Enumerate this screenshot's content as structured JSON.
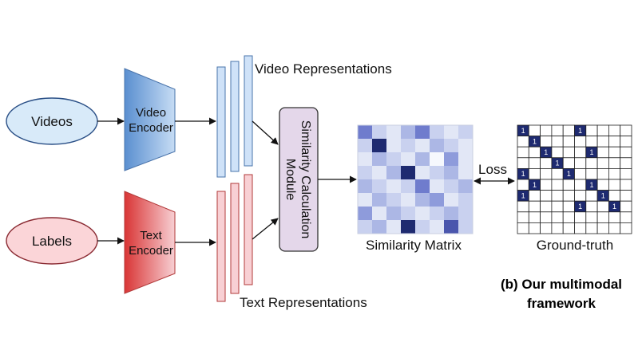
{
  "inputs": {
    "videos": "Videos",
    "labels": "Labels"
  },
  "encoders": {
    "video_line1": "Video",
    "video_line2": "Encoder",
    "text_line1": "Text",
    "text_line2": "Encoder"
  },
  "representations": {
    "video": "Video Representations",
    "text": "Text Representations"
  },
  "module": {
    "line1": "Similarity Calculation",
    "line2": "Module"
  },
  "similarity_matrix": {
    "label": "Similarity Matrix",
    "size": 8,
    "palette": [
      "#f6f8fd",
      "#e2e7f6",
      "#c9d1ef",
      "#acb7e5",
      "#8e9bdb",
      "#6f7ccd",
      "#4a56ad",
      "#1e2a70"
    ],
    "levels": [
      [
        5,
        2,
        1,
        3,
        5,
        2,
        1,
        2
      ],
      [
        2,
        7,
        1,
        2,
        1,
        3,
        2,
        1
      ],
      [
        1,
        3,
        2,
        1,
        3,
        0,
        4,
        1
      ],
      [
        2,
        1,
        3,
        7,
        1,
        2,
        3,
        1
      ],
      [
        3,
        2,
        1,
        2,
        5,
        1,
        2,
        3
      ],
      [
        1,
        3,
        2,
        1,
        3,
        4,
        1,
        2
      ],
      [
        4,
        1,
        3,
        2,
        1,
        2,
        3,
        2
      ],
      [
        2,
        3,
        1,
        7,
        2,
        1,
        6,
        2
      ]
    ]
  },
  "ground_truth": {
    "label": "Ground-truth",
    "size": 10,
    "one_text": "1",
    "ones": [
      [
        0,
        0
      ],
      [
        0,
        5
      ],
      [
        1,
        1
      ],
      [
        2,
        2
      ],
      [
        2,
        6
      ],
      [
        3,
        3
      ],
      [
        4,
        0
      ],
      [
        4,
        4
      ],
      [
        5,
        1
      ],
      [
        5,
        6
      ],
      [
        6,
        0
      ],
      [
        6,
        7
      ],
      [
        7,
        5
      ],
      [
        7,
        8
      ]
    ]
  },
  "loss": "Loss",
  "caption": {
    "line1": "(b) Our multimodal",
    "line2": "framework"
  },
  "colors": {
    "video_fill": "#5e91d0",
    "text_fill": "#dd3c3c",
    "video_rep": "#cfe2f8",
    "text_rep": "#f8d0d4",
    "module_fill": "#e4d7ea",
    "videos_bubble": "#d8eaf9",
    "labels_bubble": "#fbd5d8",
    "gt_one": "#1e2a70"
  }
}
